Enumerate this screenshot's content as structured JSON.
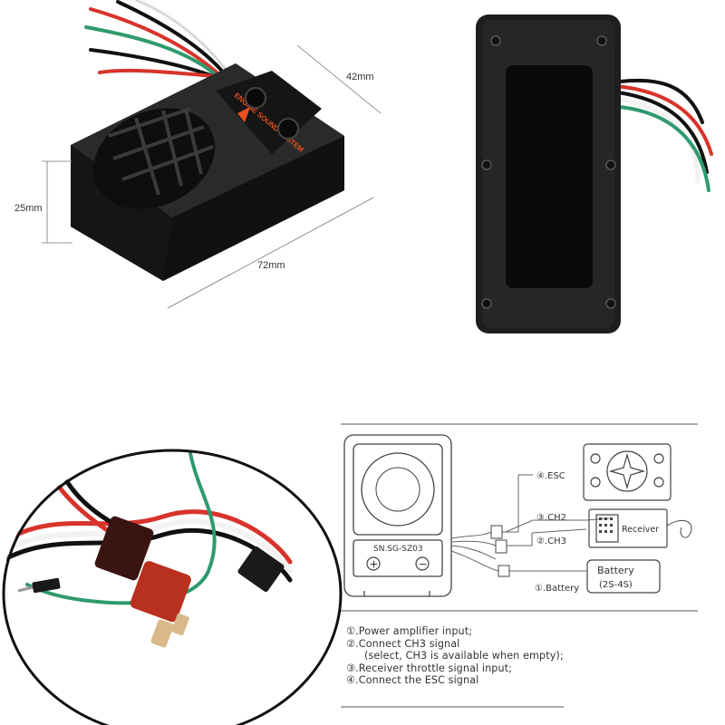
{
  "dimensions": {
    "width_label": "42mm",
    "height_label": "25mm",
    "length_label": "72mm"
  },
  "product": {
    "lid_text": "ENGINE SOUND SYSTEM"
  },
  "wiring": {
    "module_label": "SN.SG-SZ03",
    "plus_symbol": "+",
    "minus_symbol": "−",
    "esc_label": "④.ESC",
    "ch2_label": "③.CH2",
    "ch3_label": "②.CH3",
    "battery_conn_label": "①.Battery",
    "receiver_label": "Receiver",
    "battery_box_title": "Battery",
    "battery_box_sub": "(2S-4S)"
  },
  "legend": [
    "①.Power amplifier input;",
    "②.Connect CH3 signal",
    "(select, CH3 is available when empty);",
    "③.Receiver throttle signal input;",
    "④.Connect the ESC signal"
  ],
  "colors": {
    "wire_red": "#d8332b",
    "wire_green": "#2f9a6e",
    "wire_white": "#f2f2f2",
    "wire_black": "#111111",
    "logo_orange": "#e8501e"
  }
}
